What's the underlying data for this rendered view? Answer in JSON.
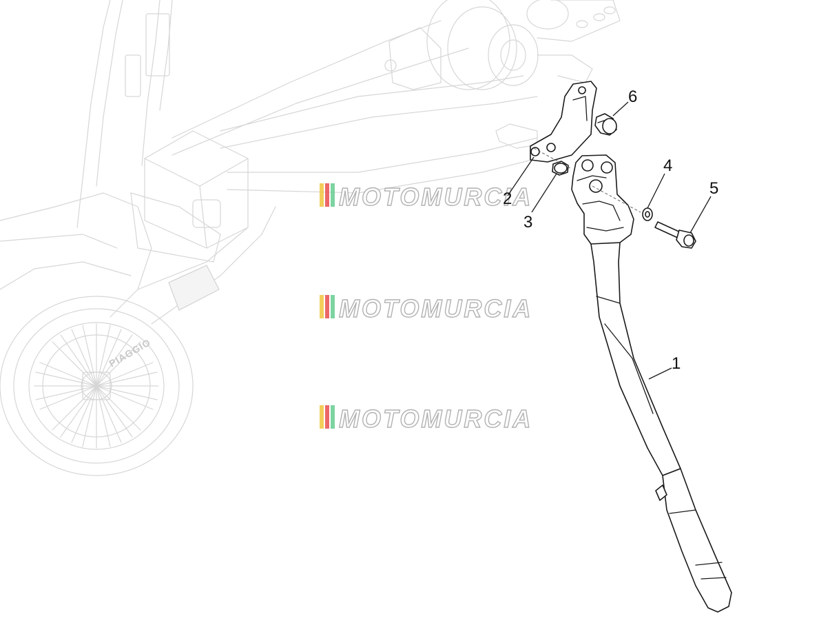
{
  "callouts": [
    {
      "id": "1",
      "label": "1"
    },
    {
      "id": "2",
      "label": "2"
    },
    {
      "id": "3",
      "label": "3"
    },
    {
      "id": "4",
      "label": "4"
    },
    {
      "id": "5",
      "label": "5"
    },
    {
      "id": "6",
      "label": "6"
    }
  ],
  "watermark": {
    "text": "MOTOMURCIA",
    "stripe_colors": [
      "#f2c94c",
      "#eb5757",
      "#6fcf97"
    ]
  },
  "background_brand": {
    "text": "PIAGGIO"
  }
}
